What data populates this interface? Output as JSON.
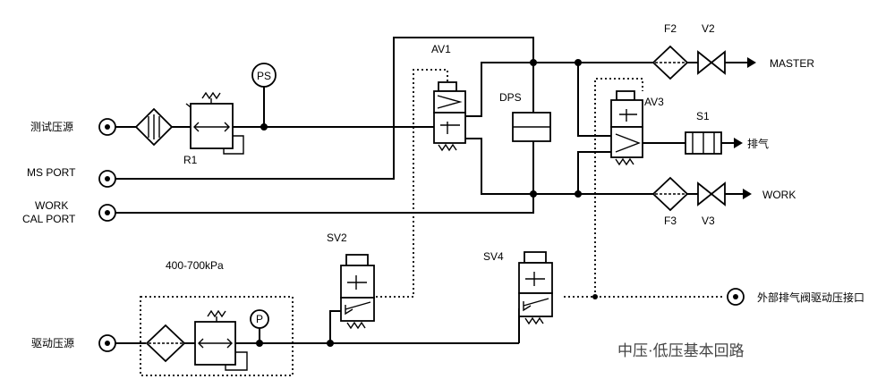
{
  "title": "中压·低压基本回路",
  "ports": {
    "test_source": "测试压源",
    "ms_port": "MS PORT",
    "work_cal_port_line1": "WORK",
    "work_cal_port_line2": "CAL PORT",
    "drive_source": "驱动压源",
    "external_exhaust": "外部排气阀驱动压接口",
    "master": "MASTER",
    "work": "WORK",
    "exhaust": "排气"
  },
  "components": {
    "r1": "R1",
    "ps": "PS",
    "av1": "AV1",
    "dps": "DPS",
    "av3": "AV3",
    "s1": "S1",
    "f2": "F2",
    "v2": "V2",
    "f3": "F3",
    "v3": "V3",
    "sv2": "SV2",
    "sv4": "SV4",
    "p": "P"
  },
  "pressure_range": "400-700kPa"
}
